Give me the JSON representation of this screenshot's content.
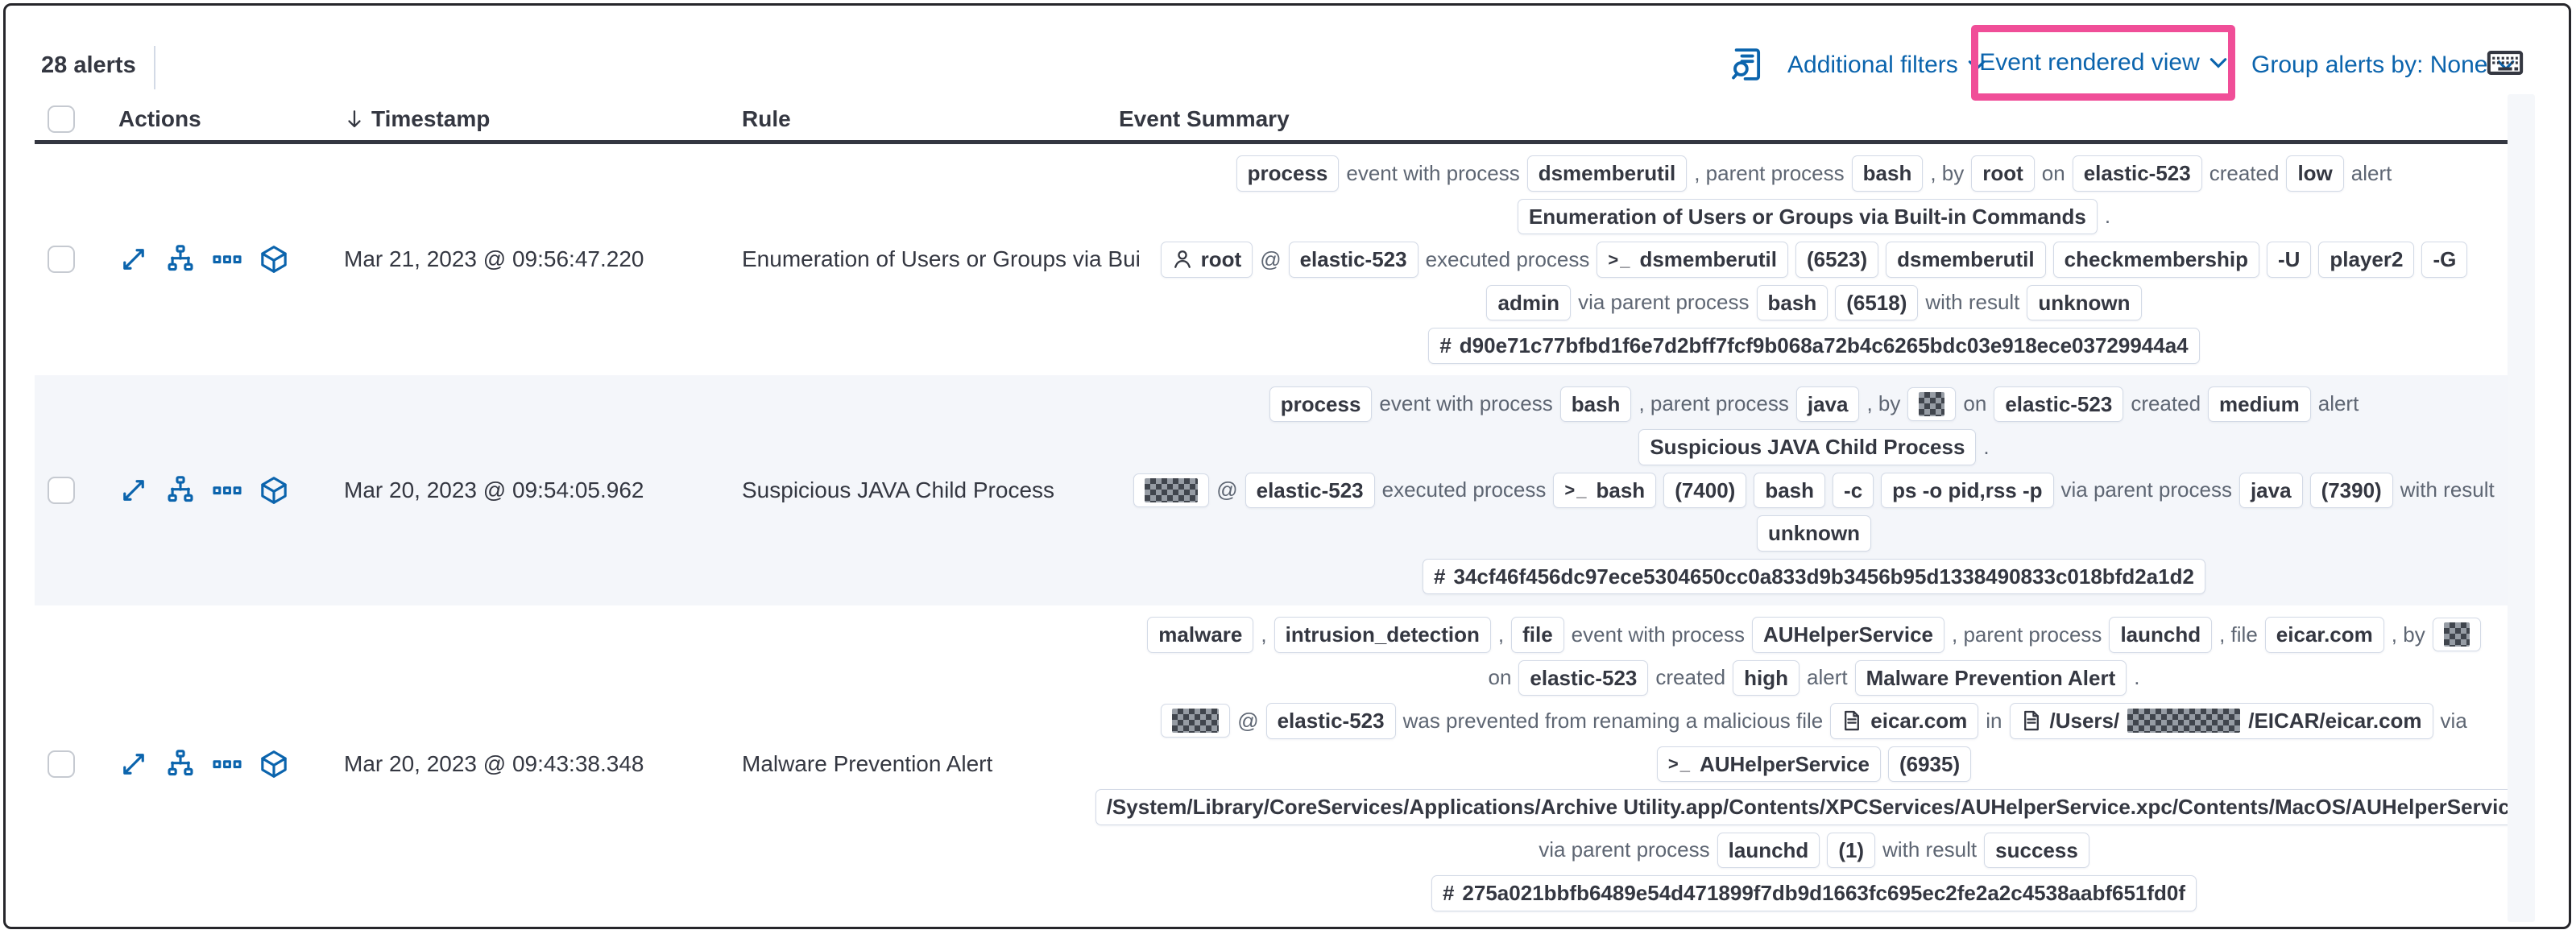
{
  "toolbar": {
    "alert_count": "28 alerts",
    "additional_filters_label": "Additional filters",
    "view_selector_label": "Event rendered view",
    "group_alerts_label": "Group alerts by: None",
    "icons": [
      "inspect-icon",
      "keyboard-shortcuts-icon"
    ],
    "highlight_color": "#f04e98",
    "link_color": "#0b64ad"
  },
  "table": {
    "headers": {
      "actions": "Actions",
      "timestamp": "Timestamp",
      "rule": "Rule",
      "event_summary": "Event Summary"
    },
    "sort_icon": "arrow-down",
    "row_action_icons": [
      "expand-alert",
      "analyze-event",
      "more-actions",
      "session-view"
    ]
  },
  "rows": [
    {
      "timestamp": "Mar 21, 2023 @ 09:56:47.220",
      "rule": "Enumeration of Users or Groups via Bui",
      "shaded": false,
      "summary_lines": [
        [
          {
            "b": "process"
          },
          {
            "t": "event with process"
          },
          {
            "b": "dsmemberutil"
          },
          {
            "t": ", parent process"
          },
          {
            "b": "bash"
          },
          {
            "t": ", by"
          },
          {
            "b": "root"
          },
          {
            "t": "on"
          },
          {
            "b": "elastic-523"
          },
          {
            "t": "created"
          },
          {
            "b": "low"
          },
          {
            "t": "alert"
          }
        ],
        [
          {
            "b": "Enumeration of Users or Groups via Built-in Commands"
          },
          {
            "t": "."
          }
        ],
        [
          {
            "b": "root",
            "icon": "user"
          },
          {
            "t": "@"
          },
          {
            "b": "elastic-523"
          },
          {
            "t": "executed process"
          },
          {
            "b": "dsmemberutil",
            "icon": "terminal"
          },
          {
            "b": "(6523)"
          },
          {
            "b": "dsmemberutil"
          },
          {
            "b": "checkmembership"
          },
          {
            "b": "-U"
          },
          {
            "b": "player2"
          },
          {
            "b": "-G"
          }
        ],
        [
          {
            "b": "admin"
          },
          {
            "t": "via parent process"
          },
          {
            "b": "bash"
          },
          {
            "b": "(6518)"
          },
          {
            "t": "with result"
          },
          {
            "b": "unknown"
          }
        ],
        [
          {
            "b": "d90e71c77bfbd1f6e7d2bff7fcf9b068a72b4c6265bdc03e918ece03729944a4",
            "icon": "hash"
          }
        ]
      ]
    },
    {
      "timestamp": "Mar 20, 2023 @ 09:54:05.962",
      "rule": "Suspicious JAVA Child Process",
      "shaded": true,
      "summary_lines": [
        [
          {
            "b": "process"
          },
          {
            "t": "event with process"
          },
          {
            "b": "bash"
          },
          {
            "t": ", parent process"
          },
          {
            "b": "java"
          },
          {
            "t": ", by"
          },
          {
            "b": "",
            "red": 32
          },
          {
            "t": "on"
          },
          {
            "b": "elastic-523"
          },
          {
            "t": "created"
          },
          {
            "b": "medium"
          },
          {
            "t": "alert"
          }
        ],
        [
          {
            "b": "Suspicious JAVA Child Process"
          },
          {
            "t": "."
          }
        ],
        [
          {
            "b": "",
            "red": 66
          },
          {
            "t": "@"
          },
          {
            "b": "elastic-523"
          },
          {
            "t": "executed process"
          },
          {
            "b": "bash",
            "icon": "terminal"
          },
          {
            "b": "(7400)"
          },
          {
            "b": "bash"
          },
          {
            "b": "-c"
          },
          {
            "b": "ps -o pid,rss -p"
          },
          {
            "t": "via parent process"
          },
          {
            "b": "java"
          },
          {
            "b": "(7390)"
          },
          {
            "t": "with result"
          }
        ],
        [
          {
            "b": "unknown"
          }
        ],
        [
          {
            "b": "34cf46f456dc97ece5304650cc0a833d9b3456b95d1338490833c018bfd2a1d2",
            "icon": "hash"
          }
        ]
      ]
    },
    {
      "timestamp": "Mar 20, 2023 @ 09:43:38.348",
      "rule": "Malware Prevention Alert",
      "shaded": false,
      "summary_lines": [
        [
          {
            "b": "malware"
          },
          {
            "t": ","
          },
          {
            "b": "intrusion_detection"
          },
          {
            "t": ","
          },
          {
            "b": "file"
          },
          {
            "t": "event with process"
          },
          {
            "b": "AUHelperService"
          },
          {
            "t": ", parent process"
          },
          {
            "b": "launchd"
          },
          {
            "t": ", file"
          },
          {
            "b": "eicar.com"
          },
          {
            "t": ", by"
          },
          {
            "b": "",
            "red": 32
          }
        ],
        [
          {
            "t": "on"
          },
          {
            "b": "elastic-523"
          },
          {
            "t": "created"
          },
          {
            "b": "high"
          },
          {
            "t": "alert"
          },
          {
            "b": "Malware Prevention Alert"
          },
          {
            "t": "."
          }
        ],
        [
          {
            "b": "",
            "red": 58
          },
          {
            "t": "@"
          },
          {
            "b": "elastic-523"
          },
          {
            "t": "was prevented from renaming a malicious file"
          },
          {
            "b": "eicar.com",
            "icon": "file"
          },
          {
            "t": "in"
          },
          {
            "b": "",
            "icon": "file",
            "seg": [
              {
                "txt": "/Users/"
              },
              {
                "red": 140
              },
              {
                "txt": "/EICAR/eicar.com"
              }
            ]
          },
          {
            "t": "via"
          }
        ],
        [
          {
            "b": "AUHelperService",
            "icon": "terminal"
          },
          {
            "b": "(6935)"
          }
        ],
        [
          {
            "b": "/System/Library/CoreServices/Applications/Archive Utility.app/Contents/XPCServices/AUHelperService.xpc/Contents/MacOS/AUHelperService"
          }
        ],
        [
          {
            "t": "via parent process"
          },
          {
            "b": "launchd"
          },
          {
            "b": "(1)"
          },
          {
            "t": "with result"
          },
          {
            "b": "success"
          }
        ],
        [
          {
            "b": "275a021bbfb6489e54d471899f7db9d1663fc695ec2fe2a2c4538aabf651fd0f",
            "icon": "hash"
          }
        ]
      ]
    }
  ]
}
